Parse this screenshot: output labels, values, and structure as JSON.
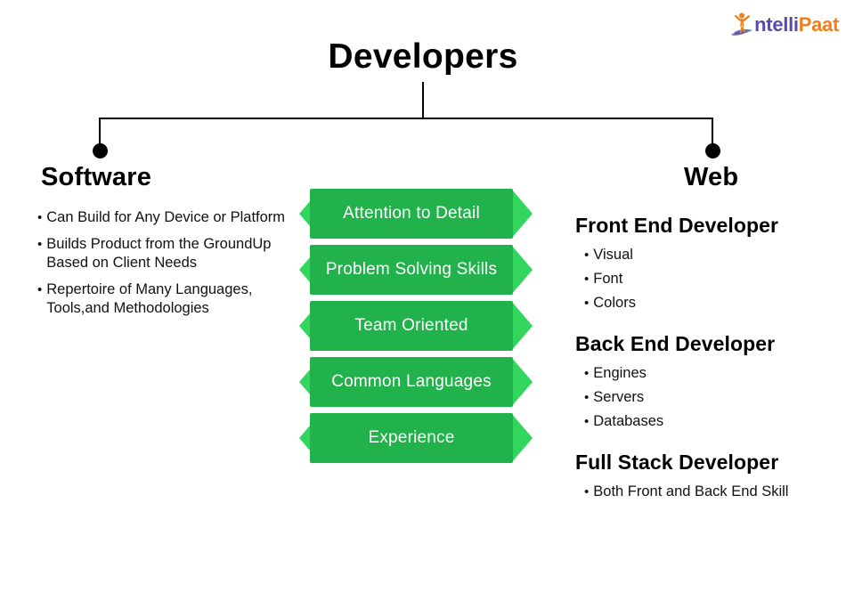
{
  "logo": {
    "icon": "person-raising-arms-icon",
    "text_primary": "ntelli",
    "text_secondary": "Paat",
    "color_primary": "#5b4ba8",
    "color_secondary": "#f07f1a"
  },
  "diagram": {
    "title": "Developers",
    "accent_green_body": "#21b24b",
    "accent_green_tip": "#33d65c",
    "connector_color": "#000000",
    "branches": [
      {
        "heading": "Software"
      },
      {
        "heading": "Web"
      }
    ],
    "software": {
      "heading": "Software",
      "bullets": [
        "Can Build for Any Device or Platform",
        "Builds Product from the GroundUp Based on Client Needs",
        "Repertoire of Many Languages, Tools,and Methodologies"
      ]
    },
    "skills": {
      "items": [
        "Attention to Detail",
        "Problem Solving Skills",
        "Team Oriented",
        "Common Languages",
        "Experience"
      ]
    },
    "web": {
      "heading": "Web",
      "roles": [
        {
          "title": "Front End Developer",
          "items": [
            "Visual",
            "Font",
            "Colors"
          ]
        },
        {
          "title": "Back End Developer",
          "items": [
            "Engines",
            "Servers",
            "Databases"
          ]
        },
        {
          "title": "Full Stack Developer",
          "items": [
            "Both Front and Back End Skill"
          ]
        }
      ]
    }
  },
  "bullet_glyph": "•"
}
